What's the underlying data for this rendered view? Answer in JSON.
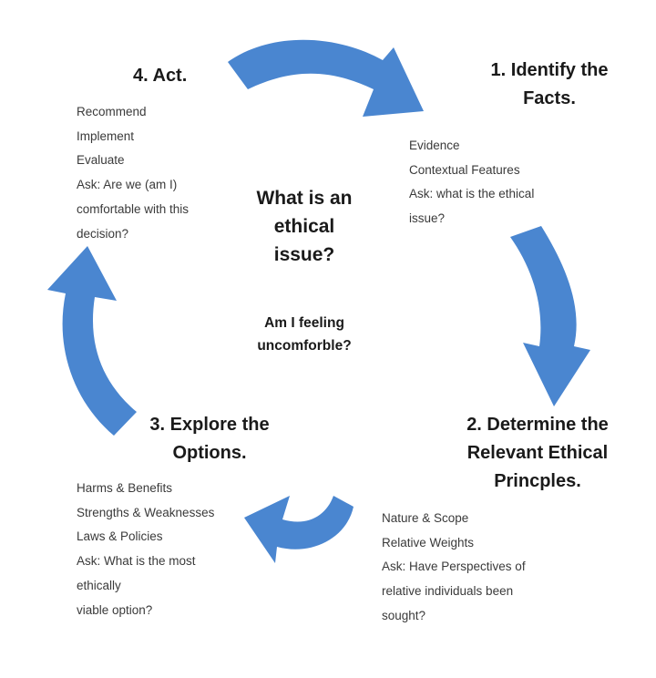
{
  "center": {
    "question_lines": [
      "What is an",
      "ethical",
      "issue?"
    ],
    "sub_lines": [
      "Am I feeling",
      "uncomforble?"
    ]
  },
  "steps": [
    {
      "heading_lines": [
        "1. Identify the",
        "Facts."
      ],
      "items": [
        "Evidence",
        "Contextual Features",
        "Ask: what is the ethical",
        "issue?"
      ]
    },
    {
      "heading_lines": [
        "2. Determine the",
        "Relevant Ethical",
        "Princples."
      ],
      "items": [
        "Nature & Scope",
        "Relative Weights",
        "Ask: Have Perspectives of",
        "relative individuals been",
        "sought?"
      ]
    },
    {
      "heading_lines": [
        "3. Explore the",
        "Options."
      ],
      "items": [
        "Harms & Benefits",
        "Strengths & Weaknesses",
        "Laws & Policies",
        "Ask: What is the most",
        "ethically",
        "viable option?"
      ]
    },
    {
      "heading_lines": [
        "4. Act."
      ],
      "items": [
        "Recommend",
        "Implement",
        "Evaluate",
        "Ask: Are we (am I)",
        "comfortable with this",
        "decision?"
      ]
    }
  ],
  "colors": {
    "arrow": "#4a86d0",
    "text": "#1a1a1a",
    "body_text": "#3a3a3a"
  }
}
